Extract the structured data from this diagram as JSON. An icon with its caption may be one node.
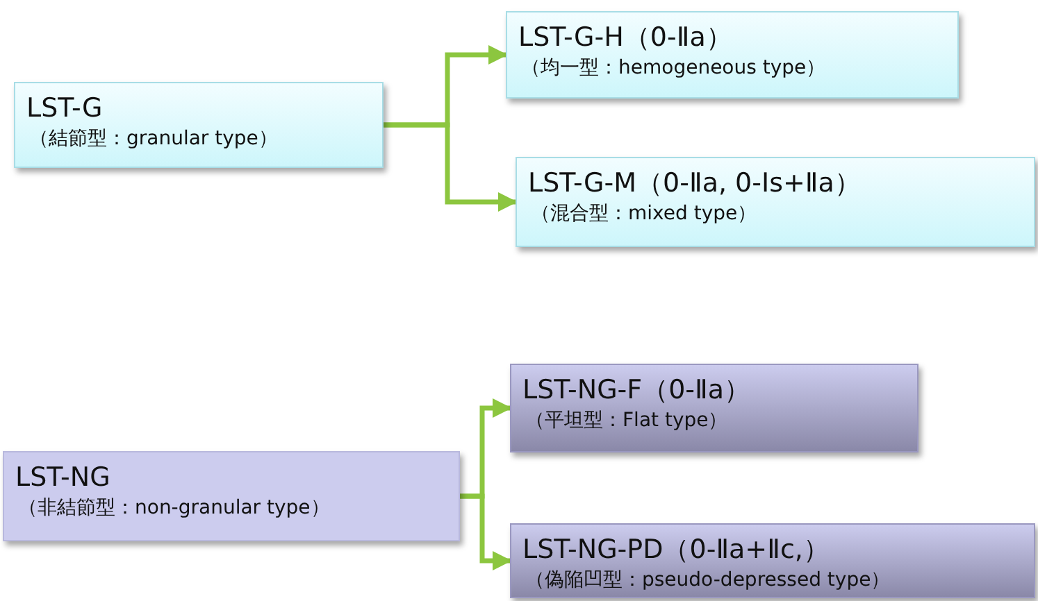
{
  "diagram": {
    "nodes": [
      {
        "text": [
          "LST-G",
          "（結節型：granular type）"
        ]
      },
      {
        "text": [
          "LST-G-H（0-Ⅱa）",
          "（均一型：hemogeneous type）"
        ]
      },
      {
        "text": [
          "LST-G-M（0-Ⅱa, 0-Is+Ⅱa）",
          "（混合型：mixed type）"
        ]
      },
      {
        "text": [
          "LST-NG",
          "（非結節型：non-granular type）"
        ]
      },
      {
        "text": [
          "LST-NG-F（0-Ⅱa）",
          "（平坦型：Flat type）"
        ]
      },
      {
        "text": [
          "LST-NG-PD（0-Ⅱa+Ⅱc,）",
          "（偽陥凹型：pseudo-depressed type）"
        ]
      }
    ],
    "edges": [
      {
        "from": 0,
        "to": 1,
        "arrow": "to"
      },
      {
        "from": 0,
        "to": 2,
        "arrow": "to"
      },
      {
        "from": 3,
        "to": 4,
        "arrow": "to"
      },
      {
        "from": 3,
        "to": 5,
        "arrow": "to"
      }
    ]
  }
}
